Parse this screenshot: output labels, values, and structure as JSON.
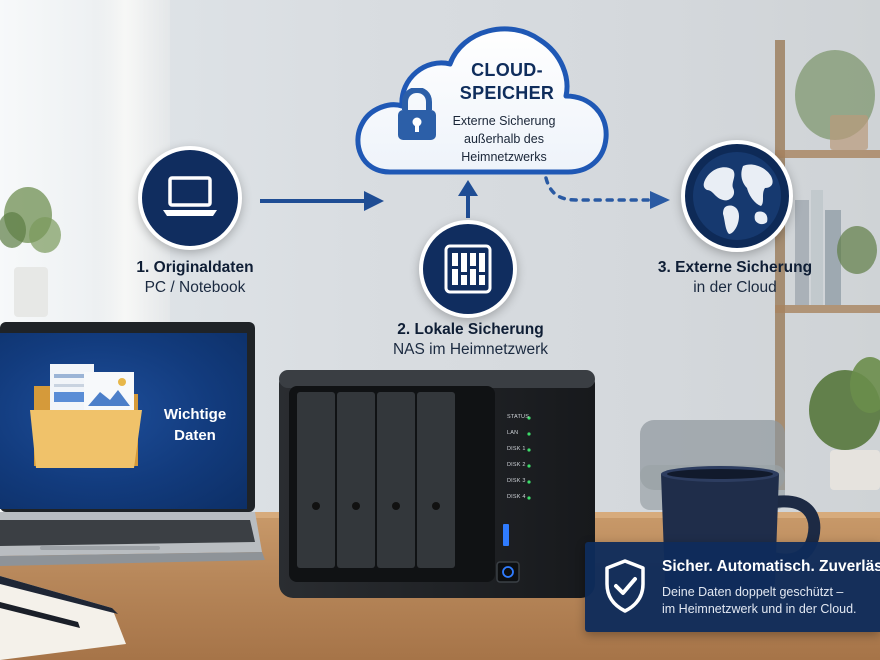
{
  "cloud": {
    "title_line1": "CLOUD-",
    "title_line2": "SPEICHER",
    "desc_line1": "Externe Sicherung",
    "desc_line2": "außerhalb des",
    "desc_line3": "Heimnetzwerks"
  },
  "steps": {
    "pc": {
      "title": "1. Originaldaten",
      "sub": "PC / Notebook"
    },
    "nas": {
      "title": "2. Lokale Sicherung",
      "sub": "NAS im Heimnetzwerk"
    },
    "cloud": {
      "title": "3. Externe Sicherung",
      "sub": "in der Cloud"
    }
  },
  "laptop": {
    "label_line1": "Wichtige",
    "label_line2": "Daten"
  },
  "nas": {
    "leds": [
      "STATUS",
      "LAN",
      "DISK 1",
      "DISK 2",
      "DISK 3",
      "DISK 4"
    ],
    "bays": 4
  },
  "banner": {
    "title": "Sicher. Automatisch. Zuverlässig.",
    "line1": "Deine Daten doppelt geschützt –",
    "line2": "im Heimnetzwerk und in der Cloud."
  },
  "colors": {
    "navy": "#102d5f",
    "arrow_blue": "#1f4d94",
    "nas_led_green": "#3ddc6a",
    "nas_power_blue": "#2f7cff"
  },
  "icons": {
    "pc": "laptop-icon",
    "nas": "nas-icon",
    "cloud": "lock-icon",
    "external": "globe-icon",
    "banner": "shield-check-icon"
  }
}
